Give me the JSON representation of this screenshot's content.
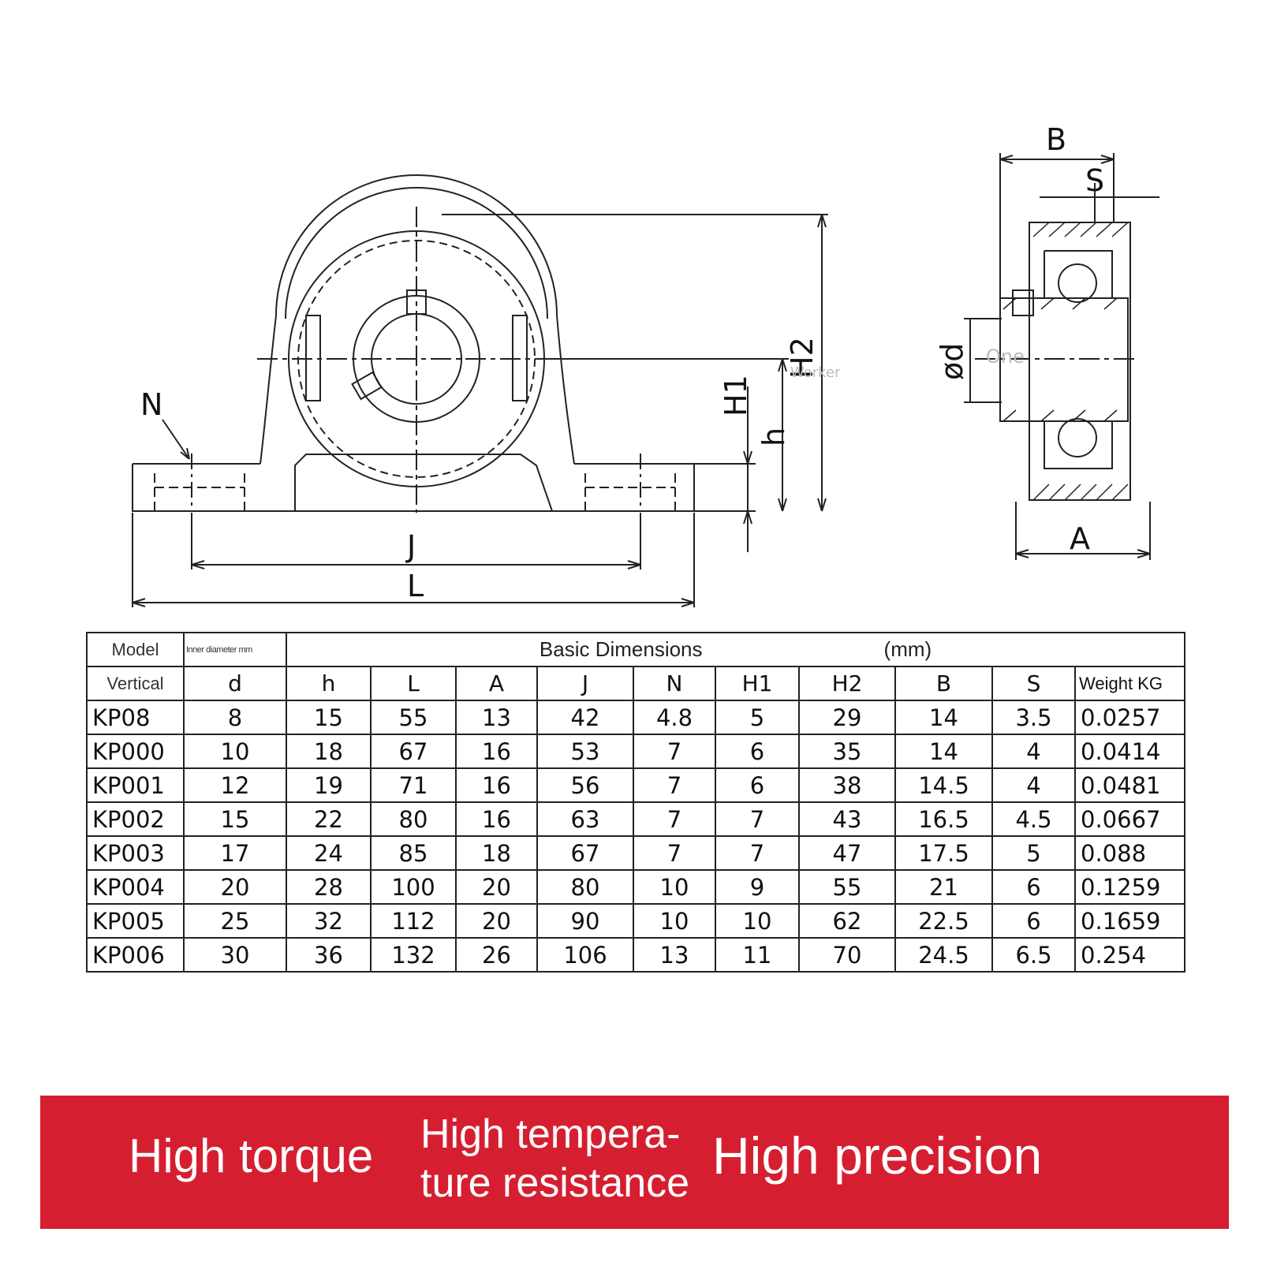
{
  "drawing": {
    "front_view_labels": {
      "n": "N",
      "h1": "H1",
      "h": "h",
      "h2": "H2",
      "j": "J",
      "l": "L"
    },
    "side_view_labels": {
      "b": "B",
      "s": "S",
      "d": "ød",
      "a": "A"
    },
    "watermark": [
      "One",
      "Worker"
    ]
  },
  "table": {
    "header_row1": {
      "model": "Model",
      "inner_diameter": "Inner diameter mm",
      "basic_dimensions": "Basic Dimensions",
      "unit": "(mm)"
    },
    "header_row2": [
      "Vertical",
      "d",
      "h",
      "L",
      "A",
      "J",
      "N",
      "H1",
      "H2",
      "B",
      "S",
      "Weight KG"
    ],
    "rows": [
      [
        "KP08",
        "8",
        "15",
        "55",
        "13",
        "42",
        "4.8",
        "5",
        "29",
        "14",
        "3.5",
        "0.0257"
      ],
      [
        "KP000",
        "10",
        "18",
        "67",
        "16",
        "53",
        "7",
        "6",
        "35",
        "14",
        "4",
        "0.0414"
      ],
      [
        "KP001",
        "12",
        "19",
        "71",
        "16",
        "56",
        "7",
        "6",
        "38",
        "14.5",
        "4",
        "0.0481"
      ],
      [
        "KP002",
        "15",
        "22",
        "80",
        "16",
        "63",
        "7",
        "7",
        "43",
        "16.5",
        "4.5",
        "0.0667"
      ],
      [
        "KP003",
        "17",
        "24",
        "85",
        "18",
        "67",
        "7",
        "7",
        "47",
        "17.5",
        "5",
        "0.088"
      ],
      [
        "KP004",
        "20",
        "28",
        "100",
        "20",
        "80",
        "10",
        "9",
        "55",
        "21",
        "6",
        "0.1259"
      ],
      [
        "KP005",
        "25",
        "32",
        "112",
        "20",
        "90",
        "10",
        "10",
        "62",
        "22.5",
        "6",
        "0.1659"
      ],
      [
        "KP006",
        "30",
        "36",
        "132",
        "26",
        "106",
        "13",
        "11",
        "70",
        "24.5",
        "6.5",
        "0.254"
      ]
    ]
  },
  "banner": {
    "color": "#d51f31",
    "features": [
      "High torque",
      "High tempera-",
      "ture resistance",
      "High precision"
    ]
  }
}
